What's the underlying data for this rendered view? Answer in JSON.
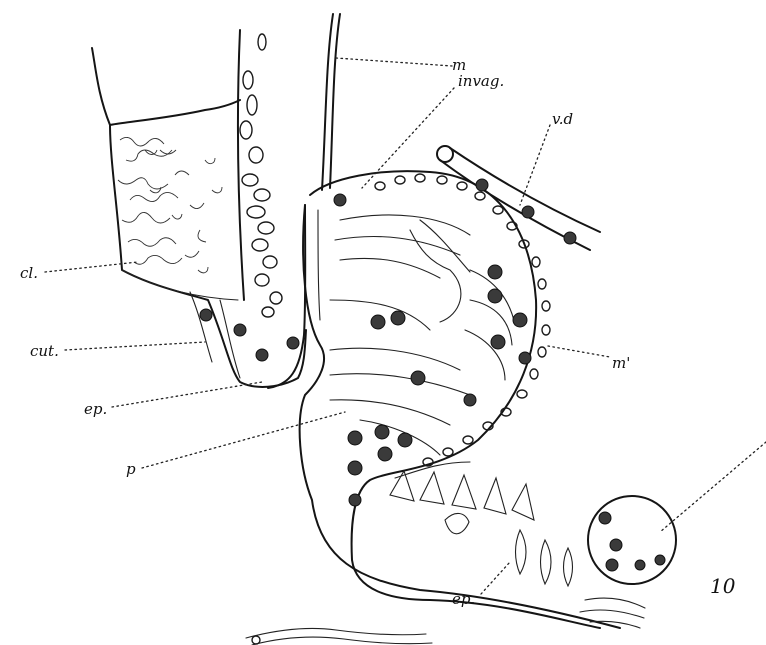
{
  "figure": {
    "number": "10",
    "labels": {
      "m": "m",
      "invag": "invag.",
      "vd": "v.d",
      "cl": "cl.",
      "cut": "cut.",
      "ep_upper": "ep.",
      "m_prime": "m'",
      "p": "p",
      "ep_lower": "ep."
    }
  }
}
